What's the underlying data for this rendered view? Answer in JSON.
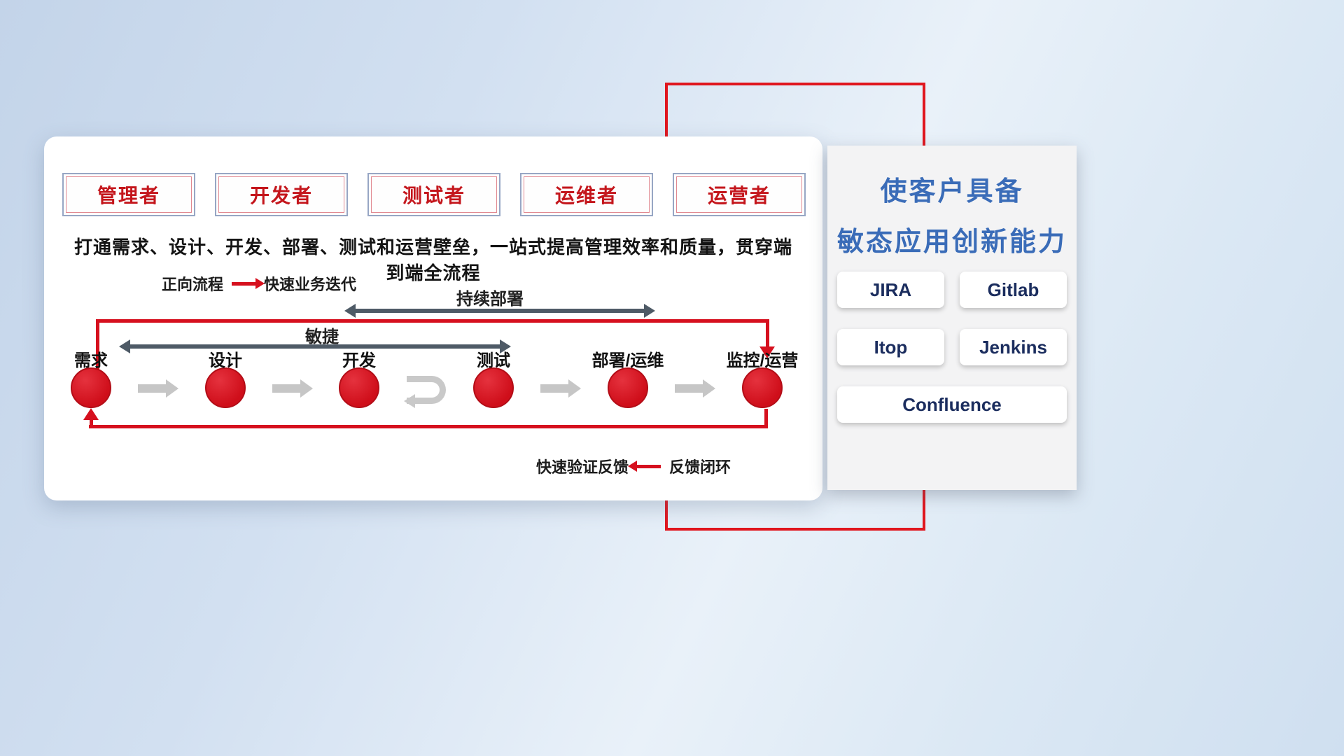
{
  "colors": {
    "accent_red": "#d6101e",
    "dark_arrow": "#4e5a66",
    "gray_arrow": "#c6c6c6",
    "title_blue": "#3a6cb8",
    "tool_text_navy": "#1b2d5e",
    "role_text_red": "#c4161c"
  },
  "roles": [
    {
      "label": "管理者"
    },
    {
      "label": "开发者"
    },
    {
      "label": "测试者"
    },
    {
      "label": "运维者"
    },
    {
      "label": "运营者"
    }
  ],
  "subtitle": "打通需求、设计、开发、部署、测试和运营壁垒，一站式提高管理效率和质量，贯穿端到端全流程",
  "forward_legend": {
    "label": "正向流程",
    "desc": "快速业务迭代"
  },
  "feedback_legend": {
    "desc": "快速验证反馈",
    "label": "反馈闭环"
  },
  "span_arrows": {
    "deploy": "持续部署",
    "agile": "敏捷"
  },
  "flow": {
    "nodes": [
      {
        "label": "需求"
      },
      {
        "label": "设计"
      },
      {
        "label": "开发"
      },
      {
        "label": "测试"
      },
      {
        "label": "部署/运维"
      },
      {
        "label": "监控/运营"
      }
    ]
  },
  "right_panel": {
    "title_line1": "使客户具备",
    "title_line2": "敏态应用创新能力",
    "tools": [
      {
        "name": "JIRA"
      },
      {
        "name": "Gitlab"
      },
      {
        "name": "Itop"
      },
      {
        "name": "Jenkins"
      },
      {
        "name": "Confluence"
      }
    ]
  }
}
